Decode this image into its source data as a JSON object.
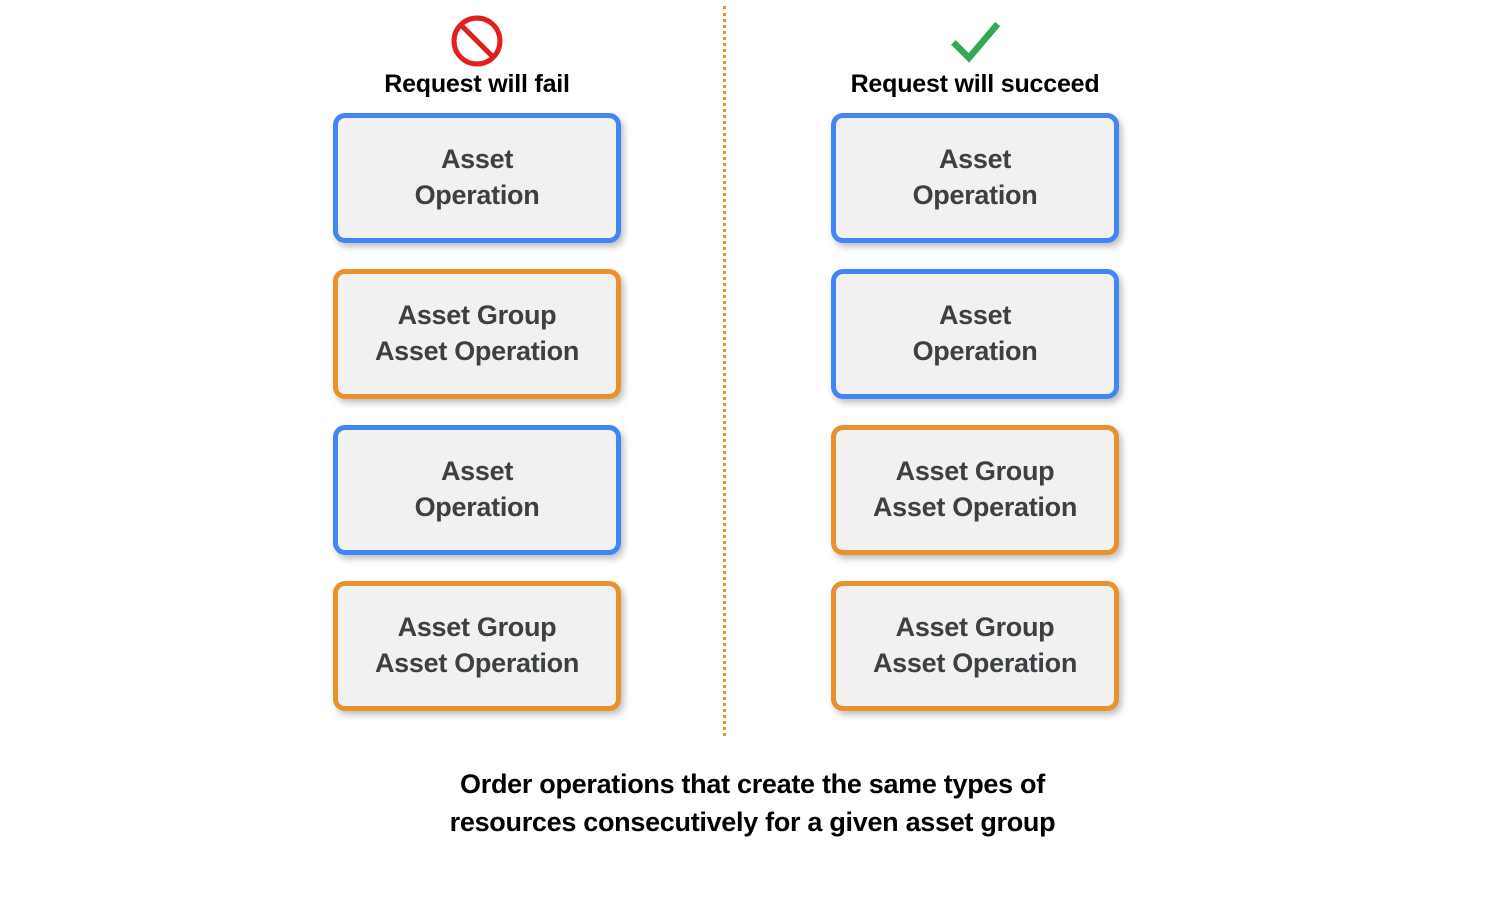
{
  "colors": {
    "blue_border": "#4285f4",
    "orange_border": "#e8912d",
    "box_fill": "#f1f1f1",
    "box_text": "#3c4043",
    "fail_icon": "#e02020",
    "succeed_icon": "#34a853",
    "divider": "#e8912d",
    "background": "#ffffff"
  },
  "columns": [
    {
      "key": "fail",
      "icon": "prohibition-icon",
      "header": "Request will fail",
      "boxes": [
        {
          "label": "Asset\nOperation",
          "type": "asset",
          "border": "blue"
        },
        {
          "label": "Asset Group\nAsset Operation",
          "type": "asset-group",
          "border": "orange"
        },
        {
          "label": "Asset\nOperation",
          "type": "asset",
          "border": "blue"
        },
        {
          "label": "Asset Group\nAsset Operation",
          "type": "asset-group",
          "border": "orange"
        }
      ]
    },
    {
      "key": "succeed",
      "icon": "checkmark-icon",
      "header": "Request will succeed",
      "boxes": [
        {
          "label": "Asset\nOperation",
          "type": "asset",
          "border": "blue"
        },
        {
          "label": "Asset\nOperation",
          "type": "asset",
          "border": "blue"
        },
        {
          "label": "Asset Group\nAsset Operation",
          "type": "asset-group",
          "border": "orange"
        },
        {
          "label": "Asset Group\nAsset Operation",
          "type": "asset-group",
          "border": "orange"
        }
      ]
    }
  ],
  "caption": "Order operations that create the same types of\nresources consecutively for a given asset group"
}
